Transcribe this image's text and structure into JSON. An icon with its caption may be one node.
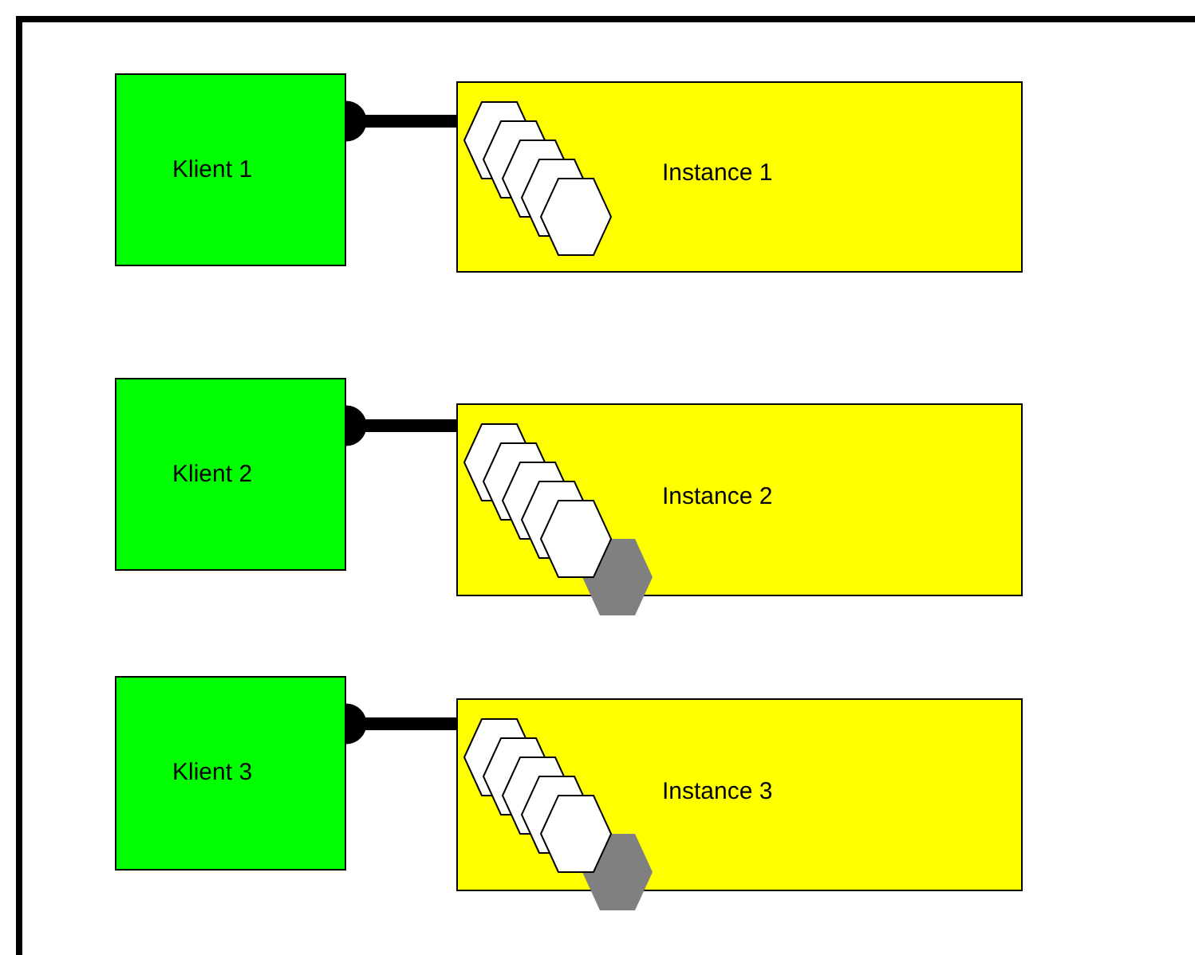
{
  "diagram": {
    "nodes": [
      {
        "text": [
          "Klient 1"
        ]
      },
      {
        "text": [
          "Instance 1"
        ]
      },
      {
        "text": [
          "Klient 2"
        ]
      },
      {
        "text": [
          "Instance 2"
        ]
      },
      {
        "text": [
          "Klient 3"
        ]
      },
      {
        "text": [
          "Instance 3"
        ]
      }
    ],
    "edges": [
      {
        "from": 0,
        "to": 1,
        "arrow": "other"
      },
      {
        "from": 2,
        "to": 3,
        "arrow": "other"
      },
      {
        "from": 4,
        "to": 5,
        "arrow": "other"
      }
    ]
  }
}
